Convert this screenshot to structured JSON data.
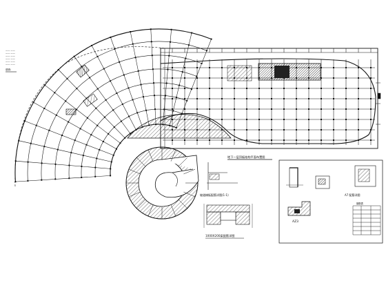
{
  "drawing": {
    "plan_title": "地下一层顶板结构平面布置图",
    "section_1_1_title": "坡道梯板配筋详图(1-1)",
    "beam_detail_title": "1000X200梁配筋详图",
    "detail_sheet_title": "A7 配筋详图",
    "detail_label_az3": "AZ3",
    "legend_rows": [
      "—— ——",
      "—— ——",
      "—— ——",
      "—— ——",
      "—— ——",
      "—— ——"
    ],
    "legend_note": "说明：",
    "table_header": "钢筋表"
  },
  "colors": {
    "ink": "#111111",
    "hatch": "#333333",
    "background": "#ffffff"
  }
}
